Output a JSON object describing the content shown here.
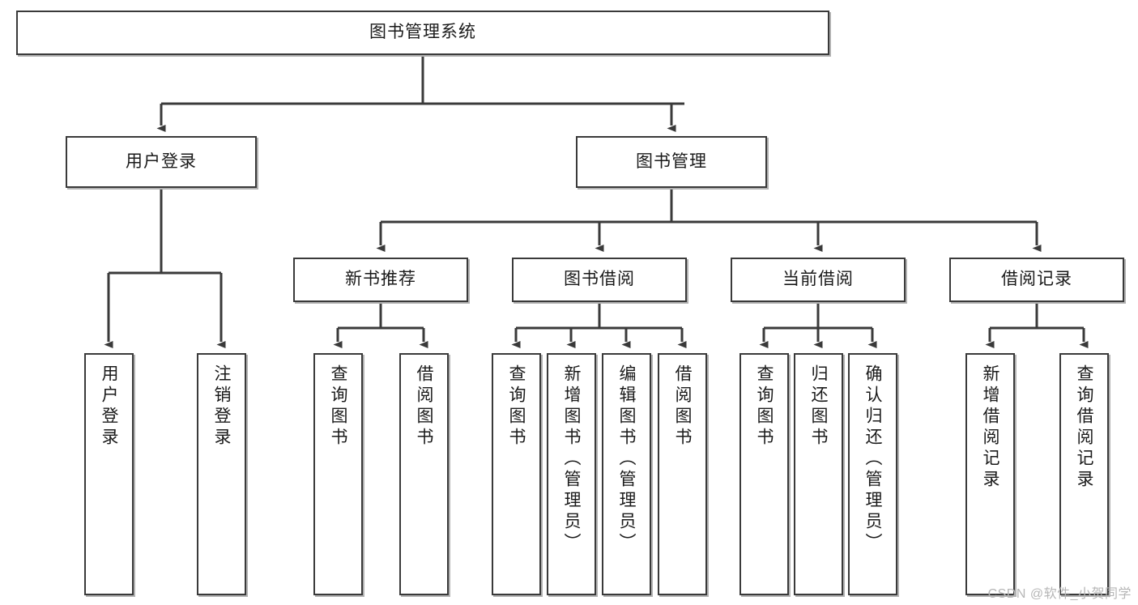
{
  "diagram": {
    "title": "图书管理系统",
    "type": "hierarchy-tree",
    "orientation": "top-down",
    "style": {
      "box_fill": "#ffffff",
      "box_border": "#3a3a3a",
      "line_color": "#3a3a3a",
      "text_color": "#1a1a1a",
      "watermark_color": "#b6b6b6",
      "background": "#ffffff"
    },
    "levels": [
      {
        "level": 1,
        "nodes": [
          {
            "id": "root",
            "label": "图书管理系统",
            "text_direction": "horizontal"
          }
        ]
      },
      {
        "level": 2,
        "nodes": [
          {
            "id": "user-login",
            "label": "用户登录",
            "text_direction": "horizontal",
            "parent": "root"
          },
          {
            "id": "book-manage",
            "label": "图书管理",
            "text_direction": "horizontal",
            "parent": "root"
          }
        ]
      },
      {
        "level": 3,
        "nodes": [
          {
            "id": "new-book-rec",
            "label": "新书推荐",
            "text_direction": "horizontal",
            "parent": "book-manage"
          },
          {
            "id": "book-borrow",
            "label": "图书借阅",
            "text_direction": "horizontal",
            "parent": "book-manage"
          },
          {
            "id": "current-borrow",
            "label": "当前借阅",
            "text_direction": "horizontal",
            "parent": "book-manage"
          },
          {
            "id": "borrow-record",
            "label": "借阅记录",
            "text_direction": "horizontal",
            "parent": "book-manage"
          }
        ]
      },
      {
        "level": 4,
        "nodes": [
          {
            "id": "leaf-user-login",
            "label": "用户登录",
            "text_direction": "vertical",
            "parent": "user-login"
          },
          {
            "id": "leaf-logout",
            "label": "注销登录",
            "text_direction": "vertical",
            "parent": "user-login"
          },
          {
            "id": "leaf-query-book-1",
            "label": "查询图书",
            "text_direction": "vertical",
            "parent": "new-book-rec"
          },
          {
            "id": "leaf-borrow-book-1",
            "label": "借阅图书",
            "text_direction": "vertical",
            "parent": "new-book-rec"
          },
          {
            "id": "leaf-query-book-2",
            "label": "查询图书",
            "text_direction": "vertical",
            "parent": "book-borrow"
          },
          {
            "id": "leaf-add-book",
            "label": "新增图书（管理员）",
            "text_direction": "vertical",
            "parent": "book-borrow"
          },
          {
            "id": "leaf-edit-book",
            "label": "编辑图书（管理员）",
            "text_direction": "vertical",
            "parent": "book-borrow"
          },
          {
            "id": "leaf-borrow-book-2",
            "label": "借阅图书",
            "text_direction": "vertical",
            "parent": "book-borrow"
          },
          {
            "id": "leaf-query-book-3",
            "label": "查询图书",
            "text_direction": "vertical",
            "parent": "current-borrow"
          },
          {
            "id": "leaf-return-book",
            "label": "归还图书",
            "text_direction": "vertical",
            "parent": "current-borrow"
          },
          {
            "id": "leaf-confirm-return",
            "label": "确认归还（管理员）",
            "text_direction": "vertical",
            "parent": "current-borrow"
          },
          {
            "id": "leaf-add-record",
            "label": "新增借阅记录",
            "text_direction": "vertical",
            "parent": "borrow-record"
          },
          {
            "id": "leaf-query-record",
            "label": "查询借阅记录",
            "text_direction": "vertical",
            "parent": "borrow-record"
          }
        ]
      }
    ]
  },
  "watermark": {
    "text": "CSDN @软件_小贺同学"
  }
}
